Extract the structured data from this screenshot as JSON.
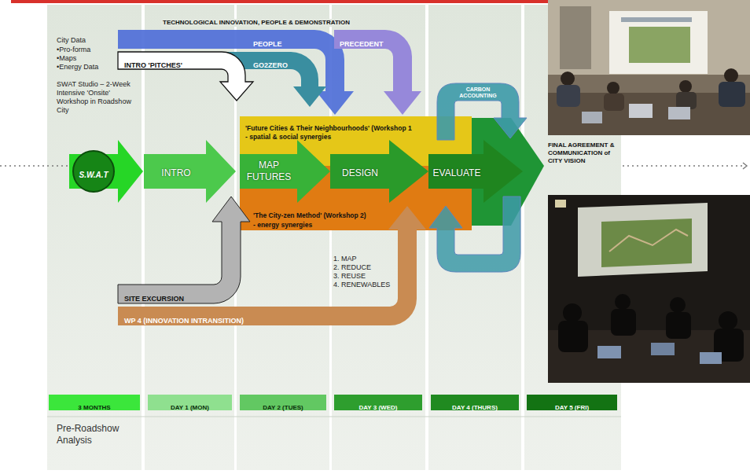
{
  "diagram": {
    "nodes": [
      {
        "text": [
          "'Future Cities & Their Neighbourhoods' (Workshop 1",
          "- spatial & social synergies"
        ]
      },
      {
        "text": [
          "'The City-zen Method' (Workshop 2)",
          "- energy synergies"
        ]
      },
      {
        "text": [
          "PEOPLE"
        ]
      },
      {
        "text": [
          "PRECEDENT"
        ]
      },
      {
        "text": [
          "GO2ZERO"
        ]
      },
      {
        "text": [
          "INTRO 'PITCHES'"
        ]
      },
      {
        "text": [
          "CARBON ACCOUNTING"
        ]
      },
      {
        "text": [
          "S.W.A.T"
        ]
      },
      {
        "text": [
          "INTRO"
        ]
      },
      {
        "text": [
          "MAP FUTURES"
        ]
      },
      {
        "text": [
          "DESIGN"
        ]
      },
      {
        "text": [
          "EVALUATE"
        ]
      },
      {
        "text": [
          "SITE EXCURSION"
        ]
      },
      {
        "text": [
          "WP 4 (INNOVATION INTRANSITION)"
        ]
      },
      {
        "text": [
          "3 MONTHS"
        ]
      },
      {
        "text": [
          "DAY 1 (MON)"
        ]
      },
      {
        "text": [
          "DAY 2 (TUES)"
        ]
      },
      {
        "text": [
          "DAY 3 (WED)"
        ]
      },
      {
        "text": [
          "DAY 4 (THURS)"
        ]
      },
      {
        "text": [
          "DAY 5 (FRI)"
        ]
      }
    ],
    "labels": [
      "TECHNOLOGICAL INNOVATION, PEOPLE & DEMONSTRATION",
      "City Data",
      "•Pro-forma",
      "•Maps",
      "•Energy Data",
      "SWAT Studio – 2-Week Intensive 'Onsite' Workshop in Roadshow City",
      "FINAL AGREEMENT & COMMUNICATION of CITY VISION",
      "1. MAP",
      "2. REDUCE",
      "3. REUSE",
      "4. RENEWABLES",
      "Pre-Roadshow Analysis"
    ]
  }
}
